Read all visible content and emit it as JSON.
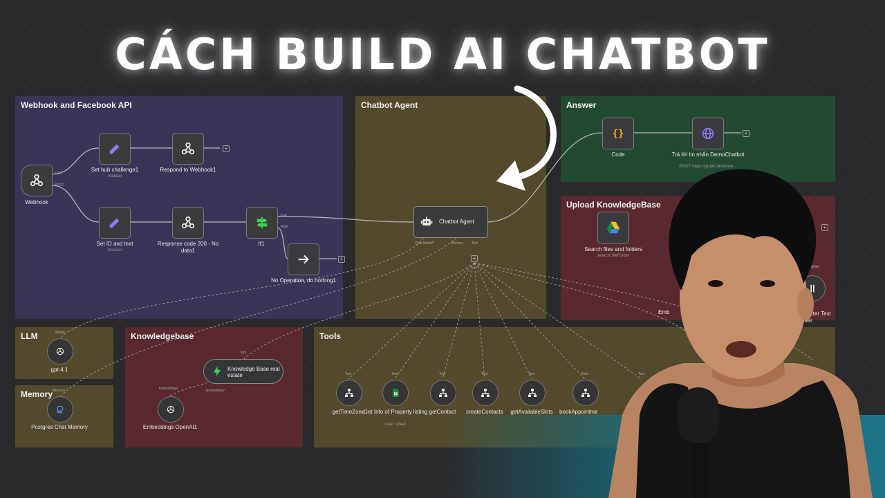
{
  "headline": "CÁCH BUILD AI CHATBOT",
  "groups": {
    "webhook": "Webhook and Facebook API",
    "chatbot": "Chatbot Agent",
    "answer": "Answer",
    "upload": "Upload KnowledgeBase",
    "llm": "LLM",
    "memory": "Memory",
    "knowledgebase": "Knowledgebase",
    "tools": "Tools"
  },
  "nodes": {
    "webhook": {
      "label": "Webhook",
      "get": "GET",
      "post": "POST"
    },
    "set_hub": {
      "label": "Set hub challenge1",
      "sub": "manual"
    },
    "respond": {
      "label": "Respond to Webhook1"
    },
    "set_id": {
      "label": "Set ID and text",
      "sub": "manual"
    },
    "response_code": {
      "label": "Response code 200 - No data1"
    },
    "if1": {
      "label": "If1",
      "true": "true",
      "false": "false"
    },
    "noop": {
      "label": "No Operation, do nothing1"
    },
    "agent": {
      "label": "Chatbot Agent",
      "chat_model": "Chat Model*",
      "memory": "Memory",
      "tool": "Tool"
    },
    "code": {
      "label": "Code"
    },
    "reply": {
      "label": "Trả lời tin nhắn DemoChatbot",
      "sub": "POST: https://graph.facebook..."
    },
    "search_files": {
      "label": "Search files and folders",
      "sub": "search: fileFolder"
    },
    "splitter": {
      "label": "ursive Character Text Splitter",
      "tag": "Splitter"
    },
    "embed_cut": {
      "label": "Emb"
    },
    "gpt": {
      "label": "gpt-4.1",
      "port": "Model"
    },
    "postgres": {
      "label": "Postgres Chat Memory",
      "port": "Memory"
    },
    "kb": {
      "label": "Knowledge Base real estate",
      "port_tool": "Tool",
      "port_embed": "Embedding*"
    },
    "embeddings": {
      "label": "Embeddings OpenAI1",
      "port": "Embeddings"
    },
    "tools": [
      {
        "label": "getTimeZone",
        "port": "Tool"
      },
      {
        "label": "Get Info of Property listing",
        "sub": "read: sheet",
        "port": "Tool"
      },
      {
        "label": "getContact",
        "port": "Tool"
      },
      {
        "label": "createContacts",
        "port": "Tool"
      },
      {
        "label": "getAvailableSlots",
        "port": "Tool"
      },
      {
        "label": "bookAppointme",
        "port": "Tool"
      },
      {
        "label": "",
        "port": "Tool"
      }
    ]
  },
  "colors": {
    "webhook_group": "#3b3459",
    "chatbot_group": "#524a2a",
    "answer_group": "#224a33",
    "upload_group": "#5a2830",
    "accent_purple": "#8b7cf6",
    "accent_green": "#3ecf5a",
    "accent_orange": "#f5a623"
  }
}
